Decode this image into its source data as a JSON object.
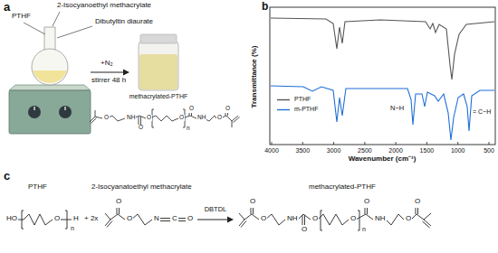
{
  "diagram": {
    "labels": [
      "a",
      "PTHF",
      "2-Isocyanoethyl methacrylate",
      "Dibutyltin diaurate",
      "+N₂",
      "stirrer 48 h",
      "methacrylated-PTHF",
      "O",
      "NH",
      "O",
      "O",
      "O",
      "n",
      "O",
      "NH",
      "O",
      "O",
      "b",
      "Transmittance (%)",
      "4000",
      "3500",
      "3000",
      "2500",
      "2000",
      "1500",
      "1000",
      "500",
      "N−H",
      "= C−H",
      "Wavenumber (cm⁻¹)",
      "c",
      "PTHF",
      "2-Isocyanatoethyl methacrylate",
      "methacrylated-PTHF",
      "HO",
      "O",
      "n",
      "H",
      "+ 2x",
      "O",
      "O",
      "N",
      "C",
      "O",
      "DBTDL",
      "O",
      "O",
      "NH",
      "O",
      "O",
      "O",
      "n",
      "O",
      "NH",
      "O",
      "O"
    ],
    "legend": [
      {
        "text": "PTHF"
      },
      {
        "text": "m-PTHF"
      }
    ]
  }
}
